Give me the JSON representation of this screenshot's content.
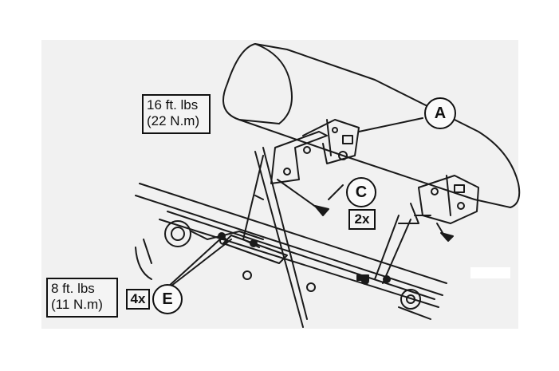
{
  "torque_upper": {
    "line1": "16 ft. lbs",
    "line2": "(22 N.m)"
  },
  "torque_lower": {
    "line1": "8 ft. lbs",
    "line2": "(11 N.m)"
  },
  "callouts": {
    "a": "A",
    "c": "C",
    "c_qty": "2x",
    "e": "E",
    "e_qty": "4x"
  },
  "colors": {
    "ink": "#111111",
    "paper": "#f1f1f1",
    "background": "#ffffff"
  }
}
